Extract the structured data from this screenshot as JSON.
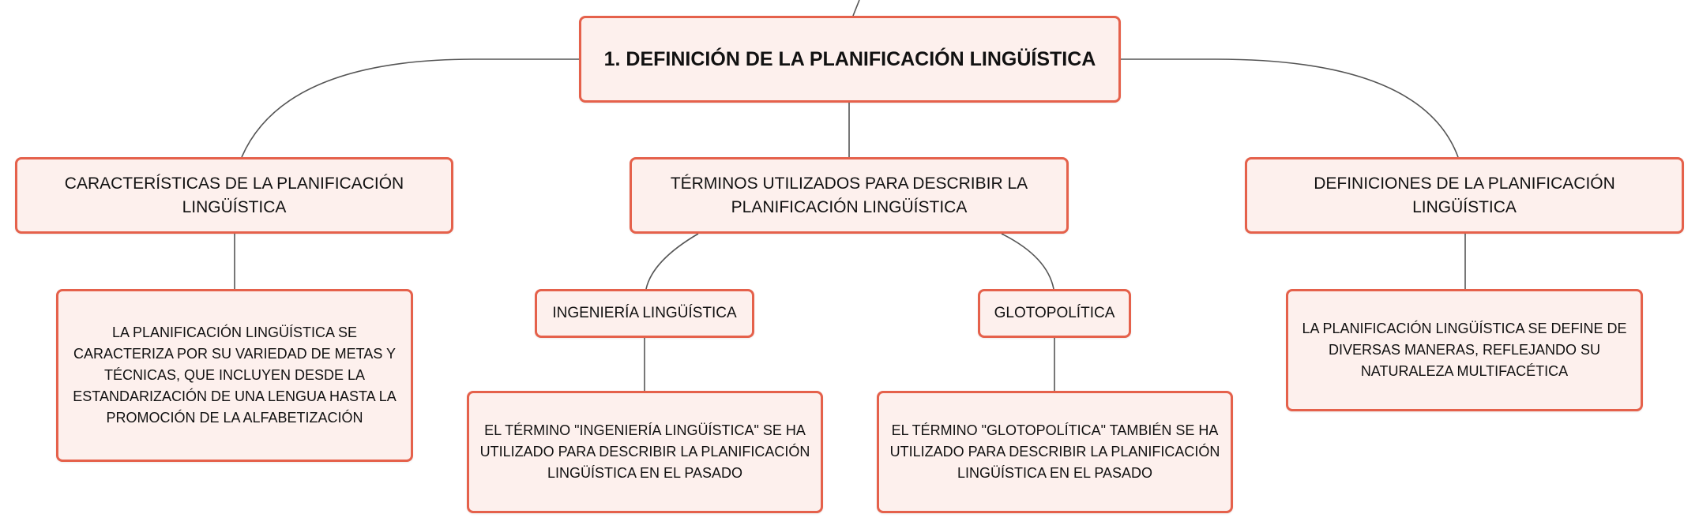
{
  "diagram": {
    "type": "mind-map",
    "colors": {
      "node_fill": "#fdf0ed",
      "node_border": "#e5614b",
      "connector": "#555555",
      "text": "#111111"
    },
    "root": {
      "label": "1. DEFINICIÓN DE LA PLANIFICACIÓN LINGÜÍSTICA"
    },
    "branches": {
      "caracteristicas": {
        "label": "CARACTERÍSTICAS DE LA PLANIFICACIÓN LINGÜÍSTICA",
        "detail": "LA PLANIFICACIÓN LINGÜÍSTICA SE CARACTERIZA POR SU VARIEDAD DE METAS Y TÉCNICAS, QUE INCLUYEN DESDE LA ESTANDARIZACIÓN DE UNA LENGUA HASTA LA PROMOCIÓN DE LA ALFABETIZACIÓN"
      },
      "terminos": {
        "label": "TÉRMINOS UTILIZADOS PARA DESCRIBIR LA PLANIFICACIÓN LINGÜÍSTICA",
        "children": {
          "ingenieria": {
            "label": "INGENIERÍA LINGÜÍSTICA",
            "detail": "EL TÉRMINO \"INGENIERÍA LINGÜÍSTICA\" SE HA UTILIZADO PARA DESCRIBIR LA PLANIFICACIÓN LINGÜÍSTICA EN EL PASADO"
          },
          "glotopolitica": {
            "label": "GLOTOPOLÍTICA",
            "detail": "EL TÉRMINO \"GLOTOPOLÍTICA\" TAMBIÉN SE HA UTILIZADO PARA DESCRIBIR LA PLANIFICACIÓN LINGÜÍSTICA EN EL PASADO"
          }
        }
      },
      "definiciones": {
        "label": "DEFINICIONES DE LA PLANIFICACIÓN LINGÜÍSTICA",
        "detail": "LA PLANIFICACIÓN LINGÜÍSTICA SE DEFINE DE DIVERSAS MANERAS, REFLEJANDO SU NATURALEZA MULTIFACÉTICA"
      }
    }
  }
}
